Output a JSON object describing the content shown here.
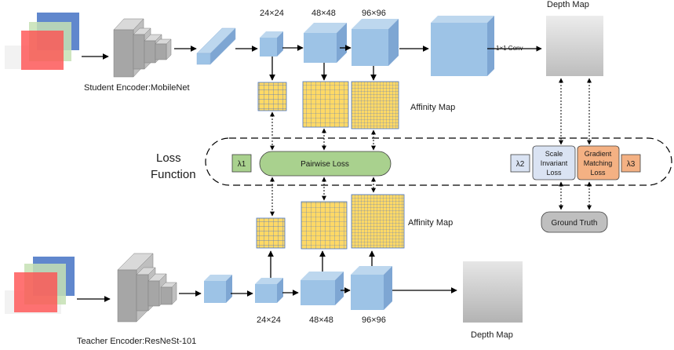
{
  "labels": {
    "student_encoder": "Student Encoder:MobileNet",
    "teacher_encoder": "Teacher Encoder:ResNeSt-101",
    "size_24": "24×24",
    "size_48": "48×48",
    "size_96": "96×96",
    "depth_map": "Depth Map",
    "conv_1x1": "1×1 Conv",
    "affinity_map": "Affinity Map",
    "loss_line1": "Loss",
    "loss_line2": "Function",
    "pairwise_loss": "Pairwise Loss",
    "lambda1": "λ1",
    "lambda2": "λ2",
    "lambda3": "λ3",
    "scale_invariant": [
      "Scale",
      "Invariant",
      "Loss"
    ],
    "gradient_matching": [
      "Gradient",
      "Matching",
      "Loss"
    ],
    "ground_truth": "Ground Truth"
  },
  "colors": {
    "block_blue": "#9dc3e6",
    "grid_yellow": "#ffd966",
    "pairwise_green": "#a9d18e",
    "gradient_orange": "#f4b183",
    "scale_box": "#dae3f3",
    "ground_truth_gray": "#bfbfbf",
    "encoder_gray": "#a6a6a6"
  }
}
